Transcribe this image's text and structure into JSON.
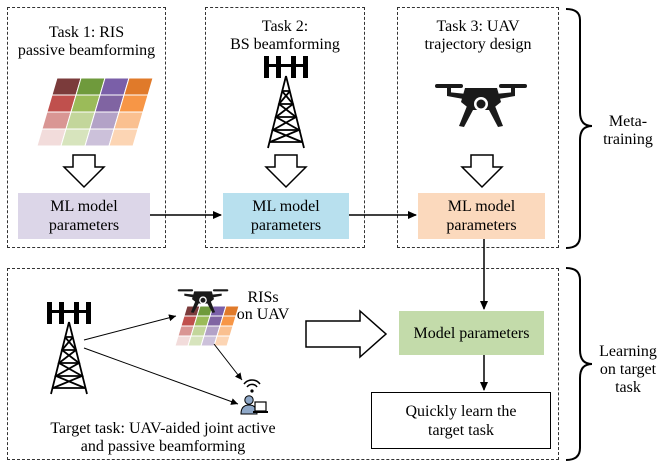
{
  "tasks": [
    {
      "title_line1": "Task 1: RIS",
      "title_line2": "passive beamforming",
      "param_line1": "ML model",
      "param_line2": "parameters",
      "param_color": "#dcd6e8"
    },
    {
      "title_line1": "Task 2:",
      "title_line2": "BS beamforming",
      "param_line1": "ML model",
      "param_line2": "parameters",
      "param_color": "#b8e0ee"
    },
    {
      "title_line1": "Task 3: UAV",
      "title_line2": "trajectory design",
      "param_line1": "ML model",
      "param_line2": "parameters",
      "param_color": "#fbd9bd"
    }
  ],
  "brackets": {
    "meta_line1": "Meta-",
    "meta_line2": "training",
    "learn_line1": "Learning",
    "learn_line2": "on target",
    "learn_line3": "task"
  },
  "target": {
    "ris_line1": "RISs",
    "ris_line2": "on UAV",
    "model_params": "Model parameters",
    "model_params_color": "#c3dbaa",
    "learn_line1": "Quickly learn the",
    "learn_line2": "target task",
    "caption_line1": "Target task: UAV-aided joint active",
    "caption_line2": "and passive beamforming"
  },
  "colors": {
    "ris_grid": [
      "#7b3b3b",
      "#6f9a3c",
      "#7a5fa8",
      "#e07a2a",
      "#c0504d",
      "#9bbb59",
      "#8064a2",
      "#f79646",
      "#d99694",
      "#c3d69b",
      "#b3a2c7",
      "#fac090",
      "#f2dcdb",
      "#d7e4bd",
      "#ccc1da",
      "#fcd5b4"
    ]
  }
}
